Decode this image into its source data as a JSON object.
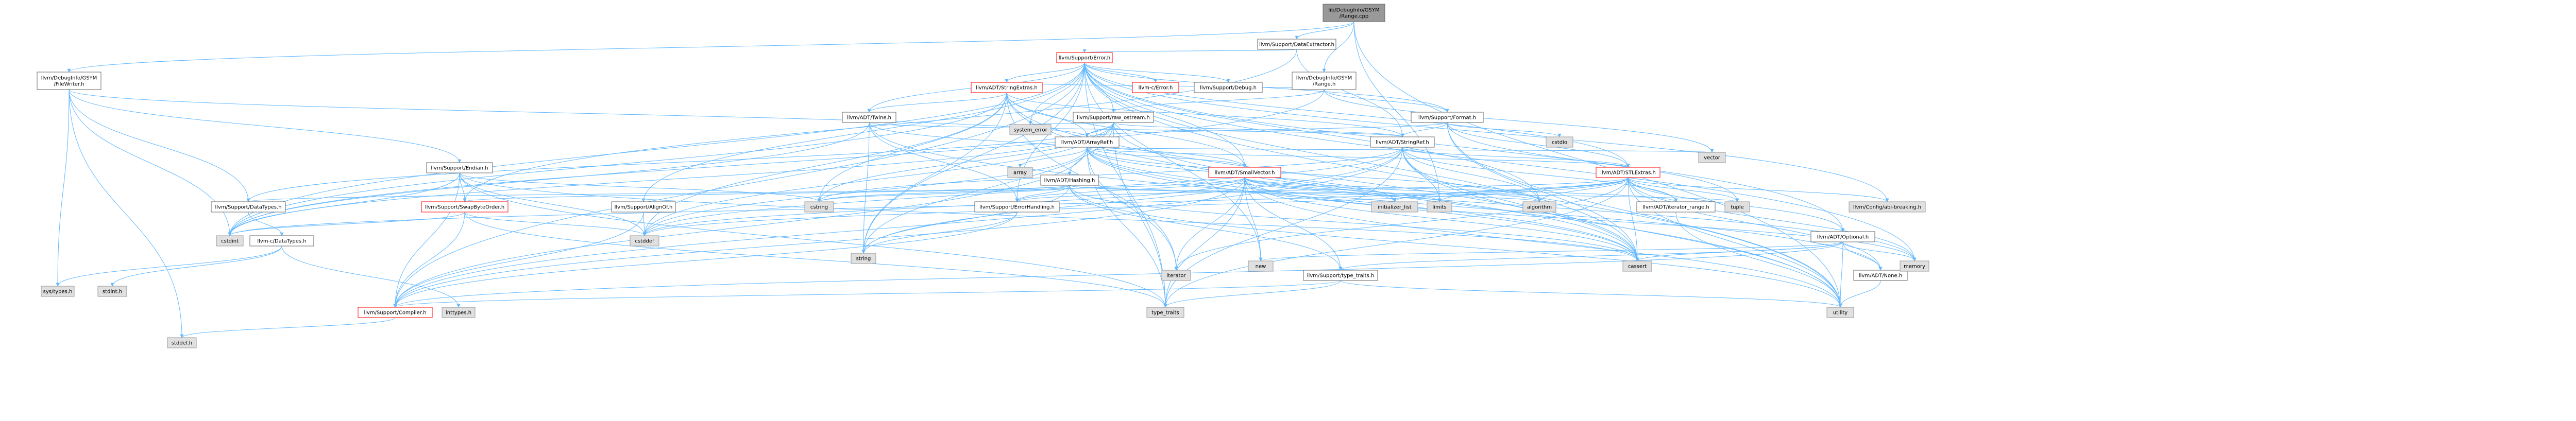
{
  "colors": {
    "root_fill": "#999999",
    "node_fill": "#ffffff",
    "node_stroke": "#666666",
    "root_stroke": "#666666",
    "system_fill": "#e0e0e0",
    "system_stroke": "#999999",
    "red_text": "#ff0000",
    "text": "#000000",
    "edge": "#63b8ff"
  },
  "nodes": [
    {
      "id": "root",
      "lines": [
        "lib/DebugInfo/GSYM",
        "/Range.cpp"
      ],
      "style": "root"
    },
    {
      "id": "DataExtractor",
      "lines": [
        "llvm/Support/DataExtractor.h"
      ],
      "style": "normal"
    },
    {
      "id": "FileWriter",
      "lines": [
        "llvm/DebugInfo/GSYM",
        "/FileWriter.h"
      ],
      "style": "normal"
    },
    {
      "id": "GsymRange",
      "lines": [
        "llvm/DebugInfo/GSYM",
        "/Range.h"
      ],
      "style": "normal"
    },
    {
      "id": "Error",
      "lines": [
        "llvm/Support/Error.h"
      ],
      "style": "red"
    },
    {
      "id": "StringExtras",
      "lines": [
        "llvm/ADT/StringExtras.h"
      ],
      "style": "red"
    },
    {
      "id": "CError",
      "lines": [
        "llvm-c/Error.h"
      ],
      "style": "red"
    },
    {
      "id": "Debug",
      "lines": [
        "llvm/Support/Debug.h"
      ],
      "style": "normal"
    },
    {
      "id": "Twine",
      "lines": [
        "llvm/ADT/Twine.h"
      ],
      "style": "normal"
    },
    {
      "id": "RawOstream",
      "lines": [
        "llvm/Support/raw_ostream.h"
      ],
      "style": "normal"
    },
    {
      "id": "Format",
      "lines": [
        "llvm/Support/Format.h"
      ],
      "style": "normal"
    },
    {
      "id": "Endian",
      "lines": [
        "llvm/Support/Endian.h"
      ],
      "style": "normal"
    },
    {
      "id": "ArrayRef",
      "lines": [
        "llvm/ADT/ArrayRef.h"
      ],
      "style": "normal"
    },
    {
      "id": "StringRef",
      "lines": [
        "llvm/ADT/StringRef.h"
      ],
      "style": "normal"
    },
    {
      "id": "SystemError",
      "lines": [
        "system_error"
      ],
      "style": "system"
    },
    {
      "id": "Cstdio",
      "lines": [
        "cstdio"
      ],
      "style": "system"
    },
    {
      "id": "Array",
      "lines": [
        "array"
      ],
      "style": "system"
    },
    {
      "id": "Hashing",
      "lines": [
        "llvm/ADT/Hashing.h"
      ],
      "style": "normal"
    },
    {
      "id": "SmallVector",
      "lines": [
        "llvm/ADT/SmallVector.h"
      ],
      "style": "red"
    },
    {
      "id": "STLExtras",
      "lines": [
        "llvm/ADT/STLExtras.h"
      ],
      "style": "red"
    },
    {
      "id": "Vector",
      "lines": [
        "vector"
      ],
      "style": "system"
    },
    {
      "id": "SupportDataTypes",
      "lines": [
        "llvm/Support/DataTypes.h"
      ],
      "style": "normal"
    },
    {
      "id": "SwapByteOrder",
      "lines": [
        "llvm/Support/SwapByteOrder.h"
      ],
      "style": "red"
    },
    {
      "id": "AlignOf",
      "lines": [
        "llvm/Support/AlignOf.h"
      ],
      "style": "normal"
    },
    {
      "id": "Cstring",
      "lines": [
        "cstring"
      ],
      "style": "system"
    },
    {
      "id": "ErrorHandling",
      "lines": [
        "llvm/Support/ErrorHandling.h"
      ],
      "style": "normal"
    },
    {
      "id": "InitializerList",
      "lines": [
        "initializer_list"
      ],
      "style": "system"
    },
    {
      "id": "Limits",
      "lines": [
        "limits"
      ],
      "style": "system"
    },
    {
      "id": "Algorithm",
      "lines": [
        "algorithm"
      ],
      "style": "system"
    },
    {
      "id": "IteratorRange",
      "lines": [
        "llvm/ADT/iterator_range.h"
      ],
      "style": "normal"
    },
    {
      "id": "Tuple",
      "lines": [
        "tuple"
      ],
      "style": "system"
    },
    {
      "id": "ConfigAbi",
      "lines": [
        "llvm/Config/abi-breaking.h"
      ],
      "style": "system"
    },
    {
      "id": "Optional",
      "lines": [
        "llvm/ADT/Optional.h"
      ],
      "style": "normal"
    },
    {
      "id": "CDataTypes",
      "lines": [
        "llvm-c/DataTypes.h"
      ],
      "style": "normal"
    },
    {
      "id": "Cstdint",
      "lines": [
        "cstdint"
      ],
      "style": "system"
    },
    {
      "id": "Cstddef",
      "lines": [
        "cstddef"
      ],
      "style": "system"
    },
    {
      "id": "New",
      "lines": [
        "new"
      ],
      "style": "system"
    },
    {
      "id": "TypeTraits",
      "lines": [
        "llvm/Support/type_traits.h"
      ],
      "style": "normal"
    },
    {
      "id": "String",
      "lines": [
        "string"
      ],
      "style": "system"
    },
    {
      "id": "Iterator",
      "lines": [
        "iterator"
      ],
      "style": "system"
    },
    {
      "id": "Cassert",
      "lines": [
        "cassert"
      ],
      "style": "system"
    },
    {
      "id": "None",
      "lines": [
        "llvm/ADT/None.h"
      ],
      "style": "normal"
    },
    {
      "id": "Memory",
      "lines": [
        "memory"
      ],
      "style": "system"
    },
    {
      "id": "SysTypes",
      "lines": [
        "sys/types.h"
      ],
      "style": "system"
    },
    {
      "id": "StdintH",
      "lines": [
        "stdint.h"
      ],
      "style": "system"
    },
    {
      "id": "Compiler",
      "lines": [
        "llvm/Support/Compiler.h"
      ],
      "style": "red"
    },
    {
      "id": "InttypesH",
      "lines": [
        "inttypes.h"
      ],
      "style": "system"
    },
    {
      "id": "TypeTraitsStd",
      "lines": [
        "type_traits"
      ],
      "style": "system"
    },
    {
      "id": "Utility",
      "lines": [
        "utility"
      ],
      "style": "system"
    },
    {
      "id": "StddefH",
      "lines": [
        "stddef.h"
      ],
      "style": "system"
    }
  ]
}
